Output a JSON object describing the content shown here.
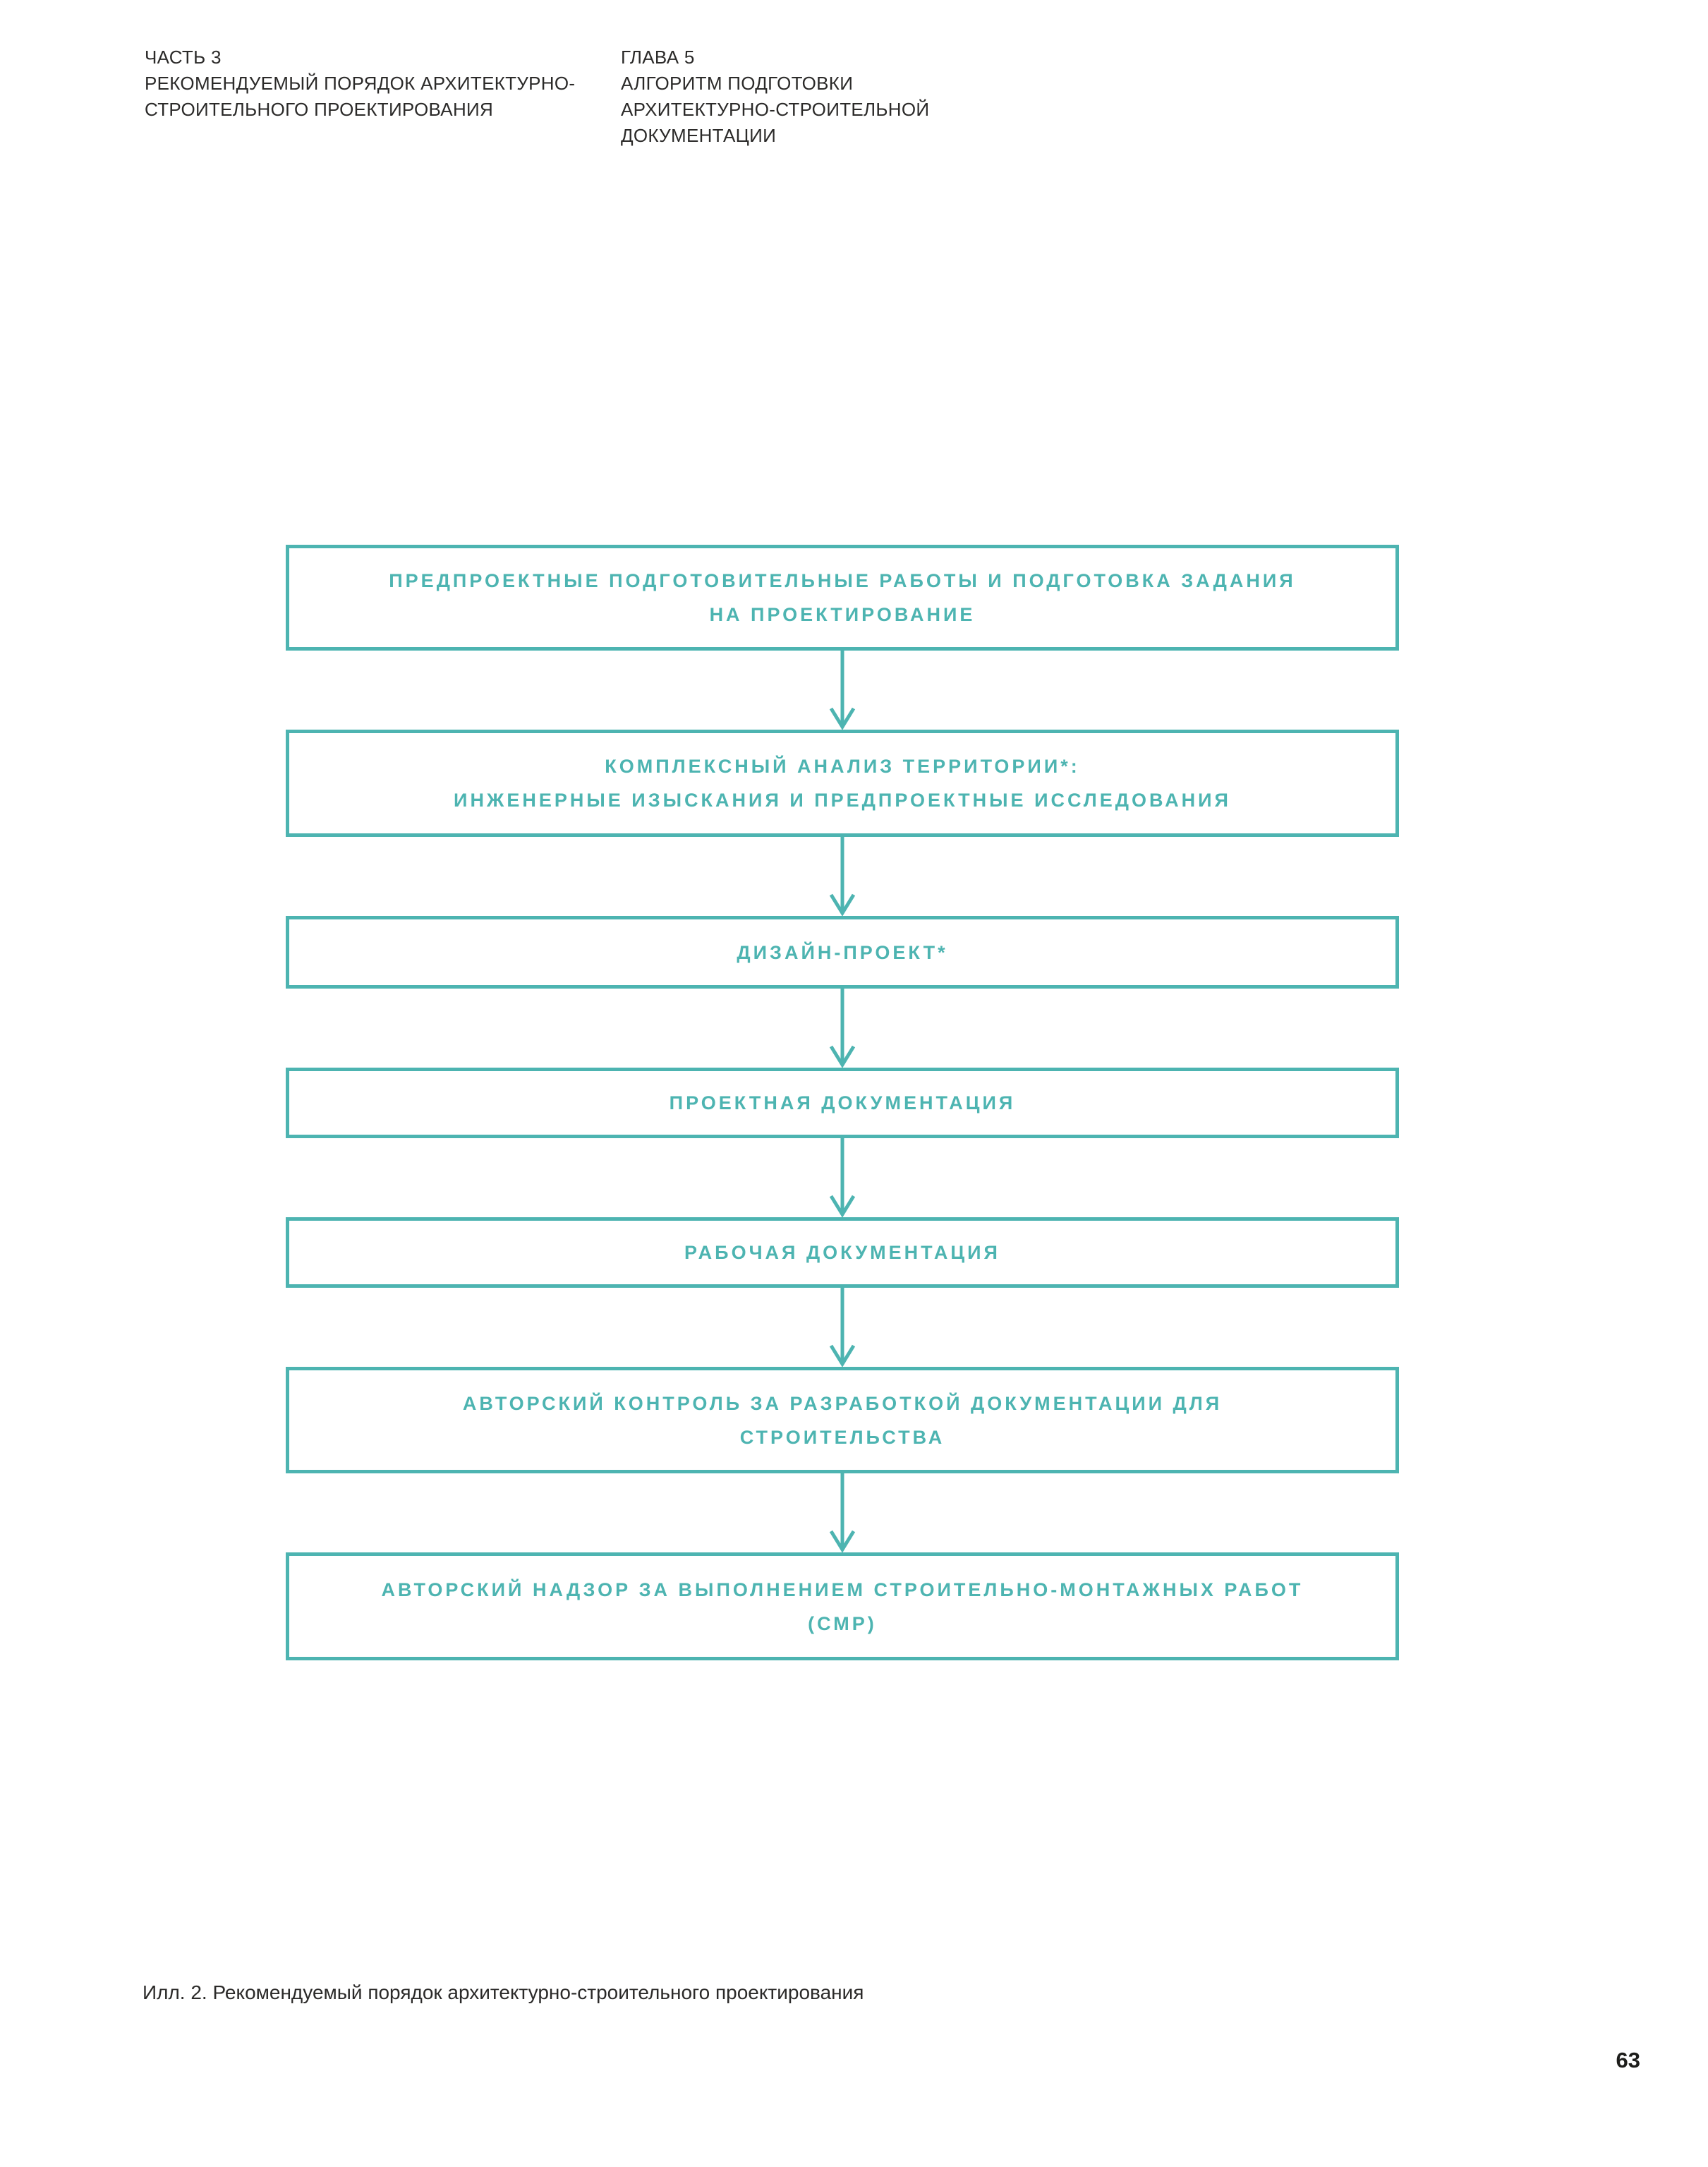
{
  "page": {
    "header_left": "ЧАСТЬ 3\nРЕКОМЕНДУЕМЫЙ ПОРЯДОК АРХИТЕКТУРНО-\nСТРОИТЕЛЬНОГО ПРОЕКТИРОВАНИЯ",
    "header_right": "ГЛАВА 5\nАЛГОРИТМ ПОДГОТОВКИ\nАРХИТЕКТУРНО-СТРОИТЕЛЬНОЙ\nДОКУМЕНТАЦИИ",
    "caption": "Илл. 2. Рекомендуемый порядок архитектурно-строительного проектирования",
    "page_number": "63"
  },
  "colors": {
    "accent_teal": "#4db4b1",
    "text_dark": "#2b2a29"
  },
  "flowchart": {
    "type": "flow",
    "direction": "top-down",
    "connector": "arrow-down",
    "boxes": [
      {
        "label": "ПРЕДПРОЕКТНЫЕ ПОДГОТОВИТЕЛЬНЫЕ РАБОТЫ И ПОДГОТОВКА ЗАДАНИЯ\nНА ПРОЕКТИРОВАНИЕ"
      },
      {
        "label": "КОМПЛЕКСНЫЙ АНАЛИЗ ТЕРРИТОРИИ*:\nИНЖЕНЕРНЫЕ ИЗЫСКАНИЯ И ПРЕДПРОЕКТНЫЕ ИССЛЕДОВАНИЯ"
      },
      {
        "label": "ДИЗАЙН-ПРОЕКТ*"
      },
      {
        "label": "ПРОЕКТНАЯ ДОКУМЕНТАЦИЯ"
      },
      {
        "label": "РАБОЧАЯ ДОКУМЕНТАЦИЯ"
      },
      {
        "label": "АВТОРСКИЙ КОНТРОЛЬ ЗА РАЗРАБОТКОЙ ДОКУМЕНТАЦИИ ДЛЯ\nСТРОИТЕЛЬСТВА"
      },
      {
        "label": "АВТОРСКИЙ НАДЗОР ЗА ВЫПОЛНЕНИЕМ СТРОИТЕЛЬНО-МОНТАЖНЫХ РАБОТ\n(СМР)"
      }
    ]
  }
}
